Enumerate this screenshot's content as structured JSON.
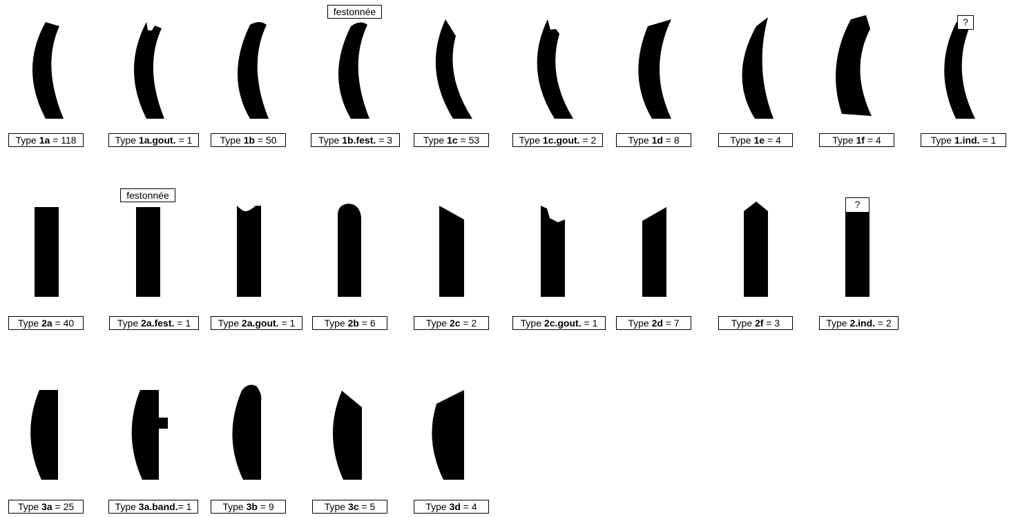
{
  "colors": {
    "shape_fill": "#000000",
    "background": "#ffffff",
    "border": "#000000"
  },
  "rows": [
    {
      "items": [
        {
          "prefix": "Type ",
          "code": "1a",
          "suffix": " = 118",
          "count": 118,
          "shape": "crescent-flat-top"
        },
        {
          "prefix": "Type ",
          "code": "1a.gout.",
          "suffix": " = 1",
          "count": 1,
          "shape": "crescent-notched-top"
        },
        {
          "prefix": "Type ",
          "code": "1b",
          "suffix": " = 50",
          "count": 50,
          "shape": "crescent-rounded-top"
        },
        {
          "prefix": "Type ",
          "code": "1b.fest.",
          "suffix": " = 3",
          "count": 3,
          "shape": "crescent-rounded-top",
          "note": "festonnée"
        },
        {
          "prefix": "Type ",
          "code": "1c",
          "suffix": " = 53",
          "count": 53,
          "shape": "crescent-beveled-top"
        },
        {
          "prefix": "Type ",
          "code": "1c.gout.",
          "suffix": " = 2",
          "count": 2,
          "shape": "crescent-bevel-notched"
        },
        {
          "prefix": "Type ",
          "code": "1d",
          "suffix": " = 8",
          "count": 8,
          "shape": "crescent-slanted-top"
        },
        {
          "prefix": "Type ",
          "code": "1e",
          "suffix": " = 4",
          "count": 4,
          "shape": "crescent-pointed-top"
        },
        {
          "prefix": "Type ",
          "code": "1f",
          "suffix": " = 4",
          "count": 4,
          "shape": "crescent-peaked-top"
        },
        {
          "prefix": "Type ",
          "code": "1.ind.",
          "suffix": " = 1",
          "count": 1,
          "shape": "crescent-unknown-top",
          "mark": "?"
        }
      ]
    },
    {
      "items": [
        {
          "prefix": "Type ",
          "code": "2a",
          "suffix": " = 40",
          "count": 40,
          "shape": "bar-flat-top"
        },
        {
          "prefix": "Type ",
          "code": "2a.fest.",
          "suffix": " = 1",
          "count": 1,
          "shape": "bar-flat-top",
          "note": "festonnée"
        },
        {
          "prefix": "Type ",
          "code": "2a.gout.",
          "suffix": " = 1",
          "count": 1,
          "shape": "bar-notched-top"
        },
        {
          "prefix": "Type ",
          "code": "2b",
          "suffix": " = 6",
          "count": 6,
          "shape": "bar-rounded-top"
        },
        {
          "prefix": "Type ",
          "code": "2c",
          "suffix": " = 2",
          "count": 2,
          "shape": "bar-beveled-top"
        },
        {
          "prefix": "Type ",
          "code": "2c.gout.",
          "suffix": " = 1",
          "count": 1,
          "shape": "bar-bevel-notched"
        },
        {
          "prefix": "Type ",
          "code": "2d",
          "suffix": " = 7",
          "count": 7,
          "shape": "bar-slanted-top"
        },
        {
          "prefix": "Type ",
          "code": "2f",
          "suffix": " = 3",
          "count": 3,
          "shape": "bar-peaked-top"
        },
        {
          "prefix": "Type ",
          "code": "2.ind.",
          "suffix": " = 2",
          "count": 2,
          "shape": "bar-unknown-top",
          "mark": "?"
        }
      ]
    },
    {
      "items": [
        {
          "prefix": "Type ",
          "code": "3a",
          "suffix": " = 25",
          "count": 25,
          "shape": "half-lens-flat-top"
        },
        {
          "prefix": "Type ",
          "code": "3a.band.",
          "suffix": "= 1",
          "count": 1,
          "shape": "half-lens-band"
        },
        {
          "prefix": "Type ",
          "code": "3b",
          "suffix": " = 9",
          "count": 9,
          "shape": "half-lens-rounded-top"
        },
        {
          "prefix": "Type ",
          "code": "3c",
          "suffix": " = 5",
          "count": 5,
          "shape": "half-lens-beveled-top"
        },
        {
          "prefix": "Type ",
          "code": "3d",
          "suffix": " = 4",
          "count": 4,
          "shape": "half-lens-slanted-top"
        }
      ]
    }
  ]
}
